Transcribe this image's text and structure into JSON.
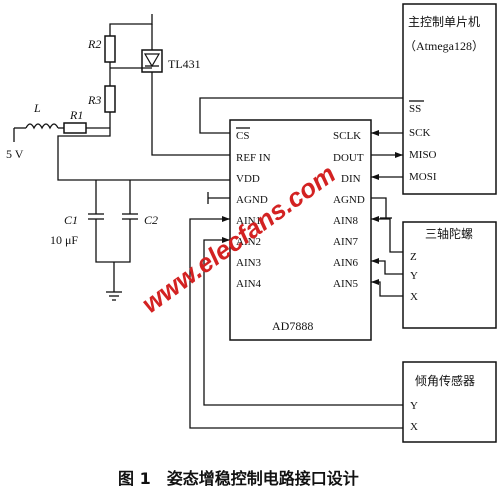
{
  "chip": {
    "name": "AD7888",
    "left_pins": [
      "CS",
      "REF IN",
      "VDD",
      "AGND",
      "AIN1",
      "AIN2",
      "AIN3",
      "AIN4"
    ],
    "right_pins": [
      "SCLK",
      "DOUT",
      "DIN",
      "AGND",
      "AIN8",
      "AIN7",
      "AIN6",
      "AIN5"
    ]
  },
  "mcu": {
    "title": "主控制单片机",
    "subtitle": "（Atmega128）",
    "pins": [
      "SS",
      "SCK",
      "MISO",
      "MOSI"
    ]
  },
  "gyro": {
    "title": "三轴陀螺",
    "pins": [
      "Z",
      "Y",
      "X"
    ]
  },
  "incl": {
    "title": "倾角传感器",
    "pins": [
      "Y",
      "X"
    ]
  },
  "power": {
    "supply": "5 V",
    "inductor": "L",
    "r1": "R1",
    "r2": "R2",
    "r3": "R3",
    "regulator": "TL431",
    "c1": "C1",
    "c1_value": "10 μF",
    "c2": "C2"
  },
  "watermark": "www.elecfans.com",
  "caption": "图 1　姿态增稳控制电路接口设计"
}
